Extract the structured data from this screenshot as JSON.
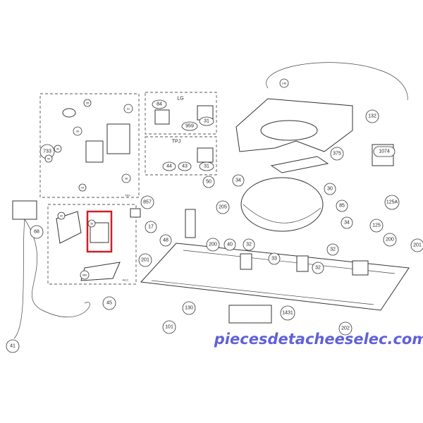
{
  "diagram": {
    "groups": {
      "tef": "TEF",
      "acc": "ACC",
      "lg": "LG",
      "tpj": "TPJ"
    },
    "labels": [
      "146",
      "132",
      "1074",
      "375",
      "50",
      "34",
      "30",
      "85",
      "125A",
      "34",
      "125",
      "857",
      "17",
      "205",
      "48",
      "200",
      "40",
      "32",
      "201",
      "33",
      "32",
      "32",
      "200",
      "201",
      "130",
      "101",
      "1431",
      "202",
      "45",
      "41",
      "68",
      "733",
      "35",
      "31",
      "39",
      "42",
      "44",
      "43",
      "38",
      "32",
      "30",
      "960",
      "84",
      "959",
      "31",
      "44",
      "43",
      "31"
    ],
    "highlight_color": "#cc2027",
    "watermark": "piecesdetacheeselec.com"
  }
}
